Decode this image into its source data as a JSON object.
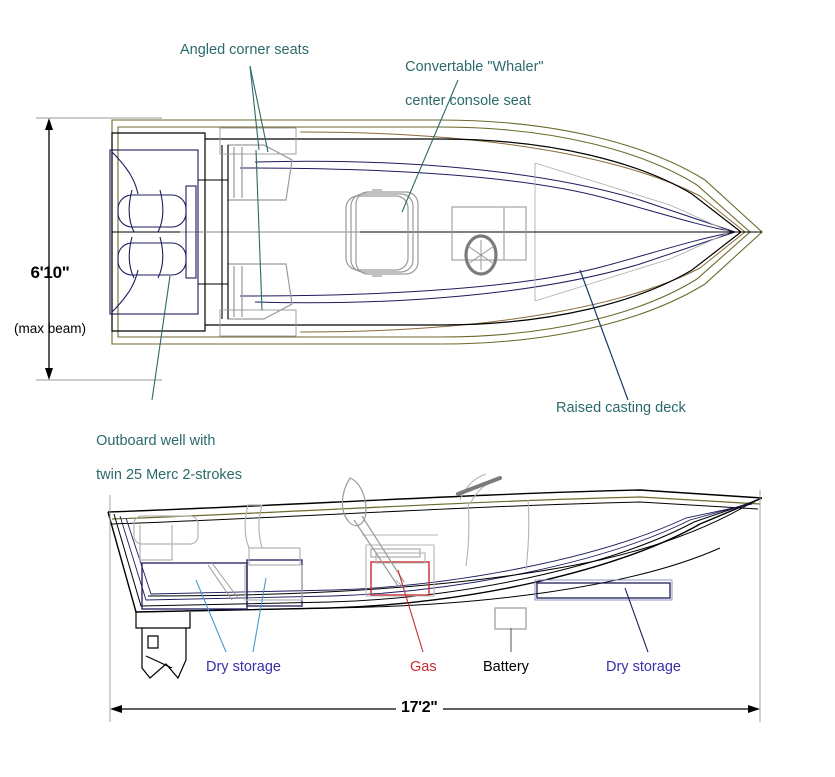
{
  "title": "Boat layout diagram - top view and side profile",
  "colors": {
    "teal": "#2b6a6a",
    "blue": "#3a2fa8",
    "red": "#cc2b2b",
    "black": "#000000",
    "olive": "#6d6a2b",
    "hull_gray": "#9a9a9a",
    "navy": "#1c1c5e",
    "tan": "#8a6a3a"
  },
  "annotations": {
    "angled_corner_seats": "Angled corner seats",
    "console_seat_line1": "Convertable \"Whaler\"",
    "console_seat_line2": "center console seat",
    "outboard_line1": "Outboard well with",
    "outboard_line2": "twin 25 Merc 2-strokes",
    "raised_casting_deck": "Raised casting deck",
    "dry_storage_aft": "Dry storage",
    "dry_storage_fwd": "Dry storage",
    "gas": "Gas",
    "battery": "Battery"
  },
  "dimensions": {
    "beam_value": "6'10\"",
    "beam_note": "(max beam)",
    "length_value": "17'2\""
  },
  "views": {
    "top_view": "top-view-plan",
    "side_view": "side-profile-view"
  }
}
